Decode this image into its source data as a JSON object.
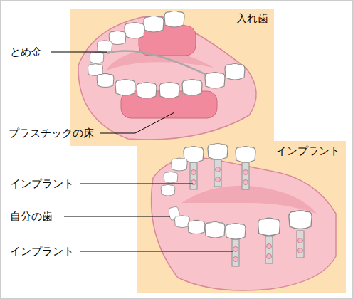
{
  "diagram": {
    "nodes": [
      {
        "text": [
          "入れ歯"
        ]
      },
      {
        "text": [
          "インプラント"
        ]
      }
    ],
    "labels": [
      "とめ金",
      "プラスチックの床",
      "インプラント",
      "自分の歯",
      "インプラント"
    ]
  }
}
